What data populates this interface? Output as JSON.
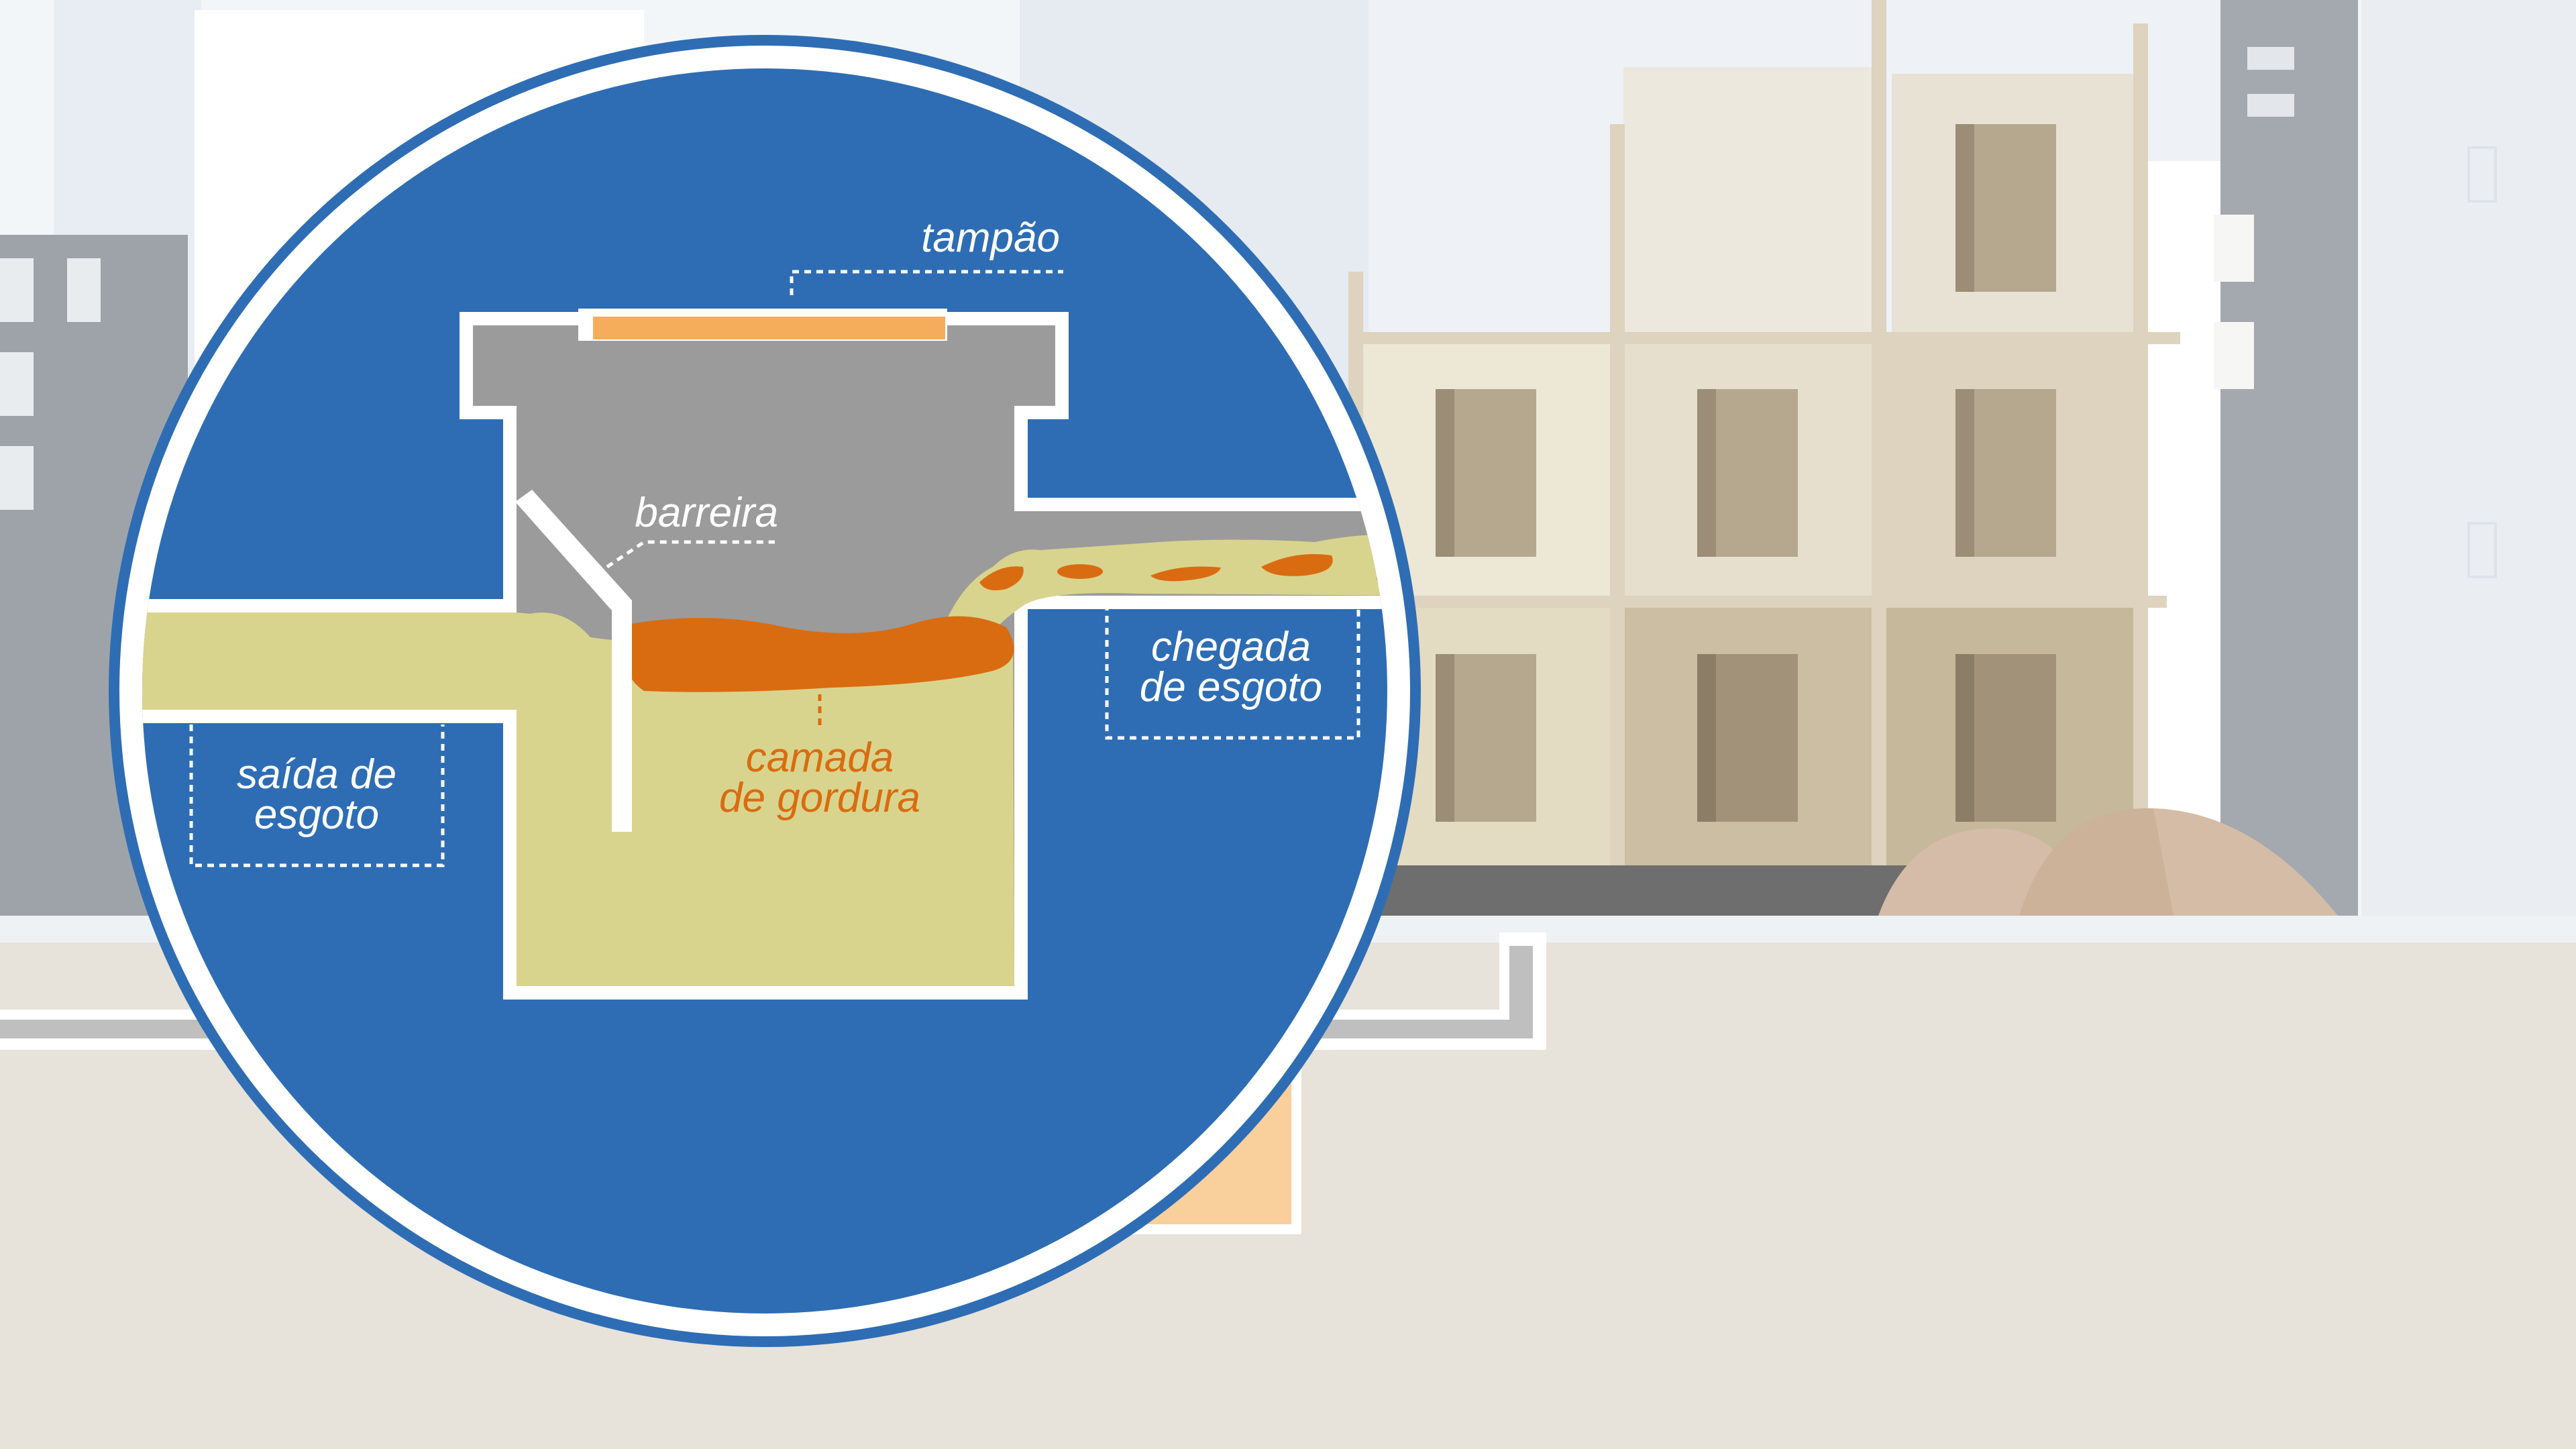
{
  "labels": {
    "lid": "tampão",
    "barrier": "barreira",
    "grease_layer_line1": "camada",
    "grease_layer_line2": "de gordura",
    "inlet_line1": "chegada",
    "inlet_line2": "de esgoto",
    "outlet_line1": "saída de",
    "outlet_line2": "esgoto"
  },
  "colors": {
    "circle_blue": "#2e6db4",
    "tank_grey": "#9b9b9b",
    "sewage": "#d9d48d",
    "grease": "#d96c10",
    "lid": "#f5ad5c",
    "ground": "#e7e2da",
    "building_beige": "#c6b89a",
    "window_brown": "#a3927a"
  }
}
